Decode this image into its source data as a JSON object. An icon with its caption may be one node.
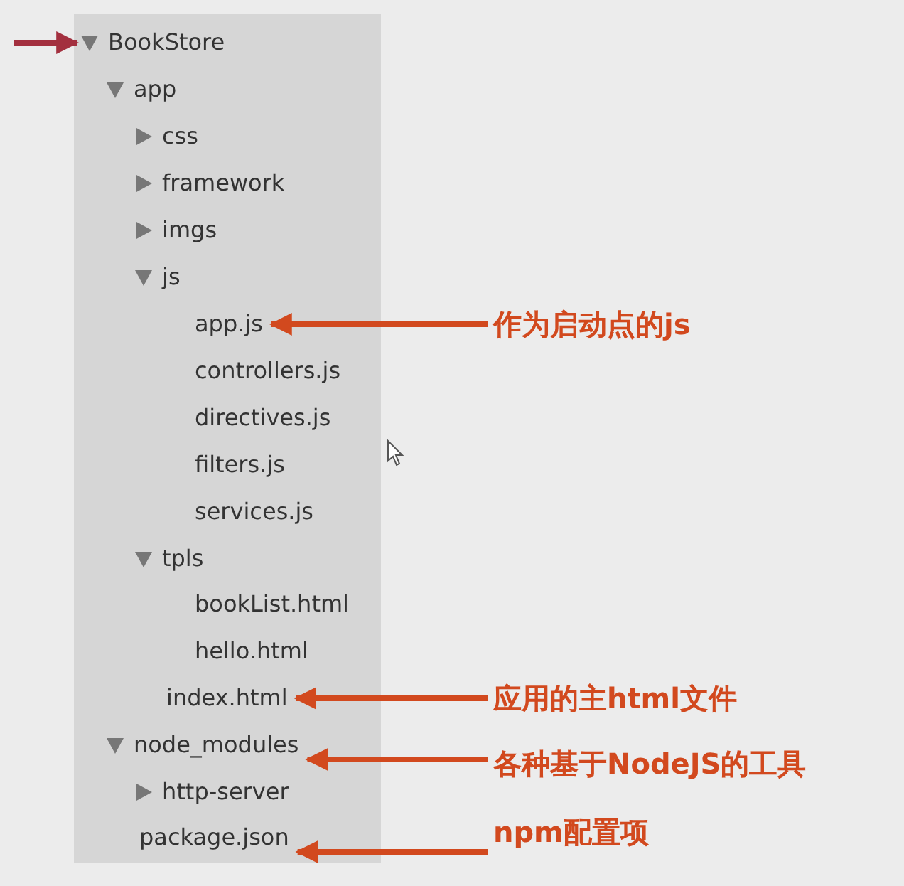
{
  "diagram": {
    "nodes": [
      {
        "text": [
          "BookStore"
        ]
      },
      {
        "text": [
          "app"
        ]
      },
      {
        "text": [
          "css"
        ]
      },
      {
        "text": [
          "framework"
        ]
      },
      {
        "text": [
          "imgs"
        ]
      },
      {
        "text": [
          "js"
        ]
      },
      {
        "text": [
          "app.js"
        ]
      },
      {
        "text": [
          "controllers.js"
        ]
      },
      {
        "text": [
          "directives.js"
        ]
      },
      {
        "text": [
          "filters.js"
        ]
      },
      {
        "text": [
          "services.js"
        ]
      },
      {
        "text": [
          "tpls"
        ]
      },
      {
        "text": [
          "bookList.html"
        ]
      },
      {
        "text": [
          "hello.html"
        ]
      },
      {
        "text": [
          "index.html"
        ]
      },
      {
        "text": [
          "node_modules"
        ]
      },
      {
        "text": [
          "http-server"
        ]
      },
      {
        "text": [
          "package.json"
        ]
      },
      {
        "text": [
          "作为启动点的js"
        ]
      },
      {
        "text": [
          "应用的主html文件"
        ]
      },
      {
        "text": [
          "各种基于NodeJS的工具"
        ]
      },
      {
        "text": [
          "npm配置项"
        ]
      }
    ],
    "edges": [
      {
        "from": null,
        "to": 0,
        "arrow": "to",
        "color": "#a3303f"
      },
      {
        "from": 18,
        "to": 6,
        "arrow": "to"
      },
      {
        "from": 19,
        "to": 14,
        "arrow": "to"
      },
      {
        "from": 20,
        "to": 15,
        "arrow": "to"
      },
      {
        "from": 21,
        "to": 17,
        "arrow": "to"
      }
    ]
  }
}
